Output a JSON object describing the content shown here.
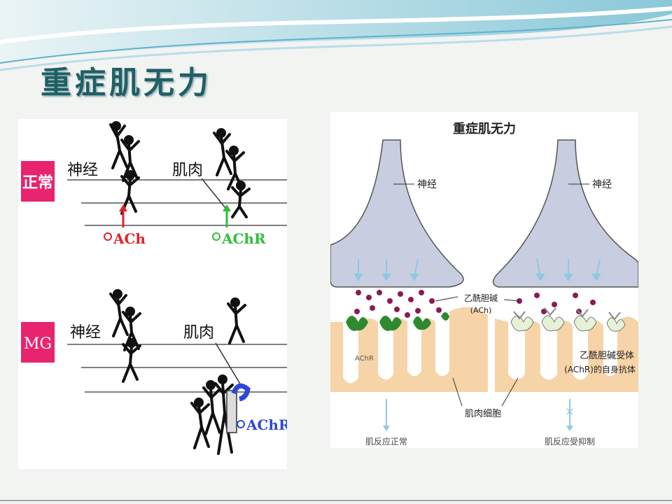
{
  "slide": {
    "title": "重症肌无力"
  },
  "left_panel": {
    "normal": {
      "badge": "正常",
      "nerve_label": "神经",
      "muscle_label": "肌肉",
      "ach_label": "ACh",
      "achr_label": "AChR"
    },
    "mg": {
      "badge": "MG",
      "nerve_label": "神经",
      "muscle_label": "肌肉",
      "achrab_label": "AChRab"
    }
  },
  "right_panel": {
    "title": "重症肌无力",
    "nerve_left": "神经",
    "nerve_right": "神经",
    "ach_label_line1": "乙酰胆碱",
    "ach_label_line2": "(ACh)",
    "achr_label": "AChR",
    "autoantibody_line1": "乙酰胆碱受体",
    "autoantibody_line2": "(AChR)的自身抗体",
    "muscle_cell": "肌肉细胞",
    "response_normal": "肌反应正常",
    "response_inhibited": "肌反应受抑制"
  },
  "colors": {
    "title": "#1f5f66",
    "badge_bg": "#e8246f",
    "mg_badge_bg": "#e8246f",
    "ach_red": "#e0242a",
    "achr_green": "#2fbf3a",
    "achrab_blue": "#2f47d8",
    "nerve_purple": "#c9cde0",
    "muscle_tan": "#f6d4a8",
    "vesicle": "#8b1a55",
    "receptor_green": "#2f8a2f",
    "arrow_blue": "#8ec8e6"
  }
}
